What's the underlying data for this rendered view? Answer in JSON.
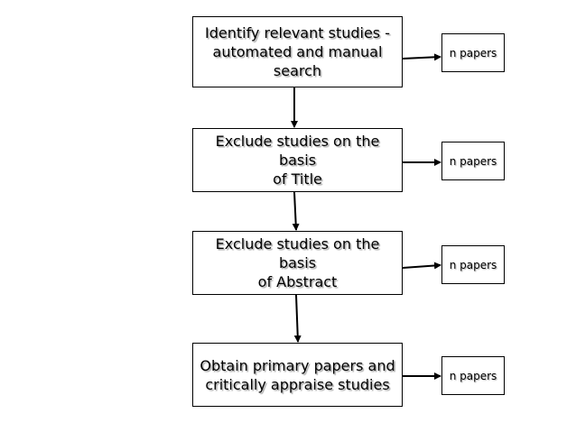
{
  "steps": [
    {
      "text": "Identify relevant studies -\nautomated and manual\nsearch",
      "count": "n papers"
    },
    {
      "text": "Exclude studies on the basis\nof Title",
      "count": "n papers"
    },
    {
      "text": "Exclude studies on the basis\nof Abstract",
      "count": "n papers"
    },
    {
      "text": "Obtain primary papers and\ncritically appraise studies",
      "count": "n papers"
    }
  ],
  "colors": {
    "border": "#000000",
    "background": "#ffffff",
    "arrow": "#000000"
  }
}
